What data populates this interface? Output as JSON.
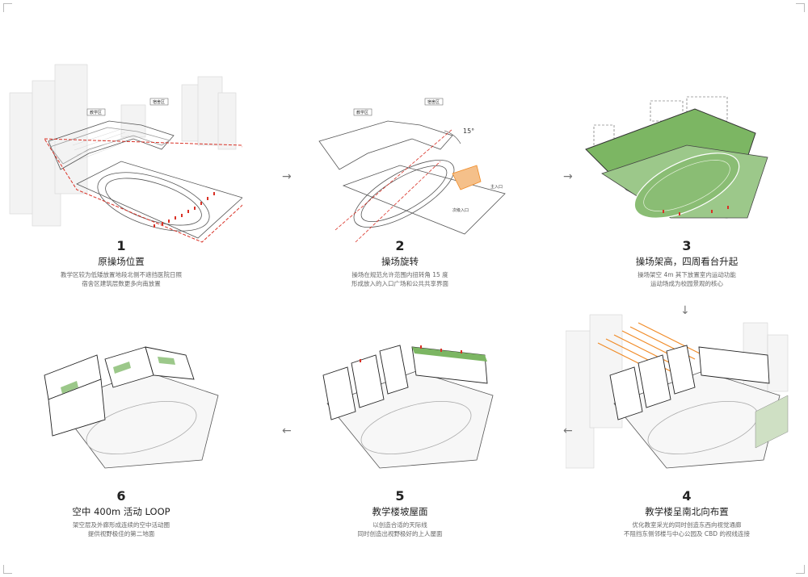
{
  "steps": [
    {
      "number": "1",
      "title": "原操场位置",
      "desc_lines": [
        "教学区较为低矮放置地段北侧不遮挡医院日照",
        "宿舍区建筑层数更多向南放置"
      ],
      "tags": [
        "教学区",
        "宿舍区"
      ]
    },
    {
      "number": "2",
      "title": "操场旋转",
      "desc_lines": [
        "操场在规范允许范围内扭转角 15 度",
        "形成放入的入口广场和公共共享界面"
      ],
      "tags": [
        "教学区",
        "宿舍区"
      ],
      "angle": "15°",
      "entrances": [
        "主入口",
        "次级入口"
      ]
    },
    {
      "number": "3",
      "title": "操场架高，四周看台升起",
      "desc_lines": [
        "操场架空 4m 其下放置室内运动功能",
        "运动场成为校园景观的核心"
      ]
    },
    {
      "number": "4",
      "title": "教学楼呈南北向布置",
      "desc_lines": [
        "优化教室采光的同时创造东西向视觉通廊",
        "不阻挡东侧邻楼与中心公园及 CBD 的视线连接"
      ]
    },
    {
      "number": "5",
      "title": "教学楼坡屋面",
      "desc_lines": [
        "以创造合适的天际线",
        "同时创造出视野极好的上人屋面"
      ]
    },
    {
      "number": "6",
      "title": "空中 400m 活动 LOOP",
      "desc_lines": [
        "架空层及外廊形成连续的空中活动圈",
        "提供视野极佳的第二地面"
      ]
    }
  ],
  "arrows": [
    "→",
    "→",
    "↓",
    "←",
    "←"
  ],
  "colors": {
    "accent_red": "#d93025",
    "accent_orange": "#f08a24",
    "field_green": "#7cb663",
    "line_gray": "#555555"
  }
}
